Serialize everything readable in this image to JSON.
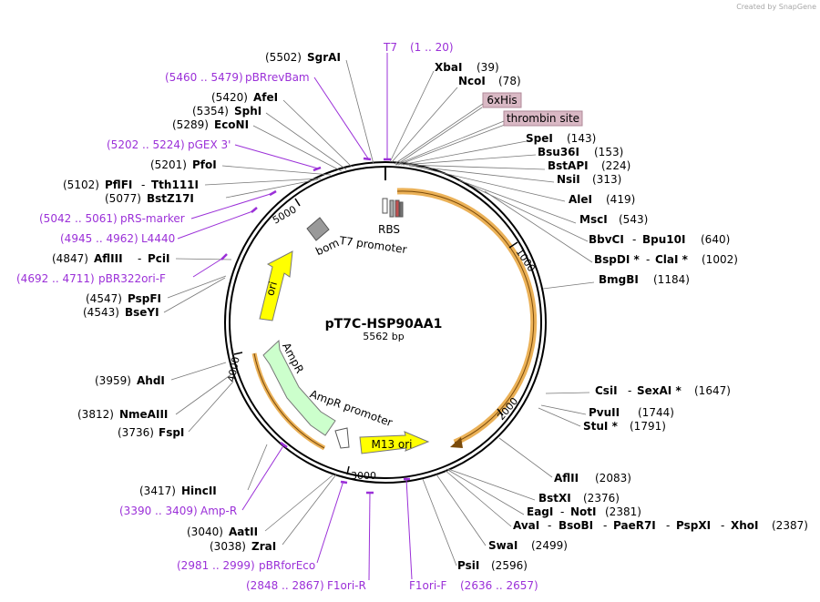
{
  "credit": "Created by SnapGene",
  "plasmid": {
    "name": "pT7C-HSP90AA1",
    "length_label": "5562 bp"
  },
  "colors": {
    "primer": "#9b30d8",
    "orf": "#e8a33a",
    "feature_yellow": "#ffff00",
    "feature_green": "#ccffcc",
    "boxed_feature": "#d9b8c4"
  },
  "tick_labels": [
    "1000",
    "2000",
    "3000",
    "4000",
    "5000"
  ],
  "feature_labels": [
    "T7 promoter",
    "RBS",
    "bom",
    "ori",
    "AmpR",
    "AmpR promoter",
    "M13 ori"
  ],
  "boxed_labels": [
    "6xHis",
    "thrombin site"
  ],
  "right_sites": [
    {
      "name": "XbaI",
      "pos": "(39)"
    },
    {
      "name": "NcoI",
      "pos": "(78)"
    },
    {
      "name": "SpeI",
      "pos": "(143)"
    },
    {
      "name": "Bsu36I",
      "pos": "(153)"
    },
    {
      "name": "BstAPI",
      "pos": "(224)"
    },
    {
      "name": "NsiI",
      "pos": "(313)"
    },
    {
      "name": "AleI",
      "pos": "(419)"
    },
    {
      "name": "MscI",
      "pos": "(543)"
    },
    {
      "name": "BbvCI",
      "name2": "Bpu10I",
      "pos": "(640)"
    },
    {
      "name": "BspDI *",
      "name2": "ClaI *",
      "pos": "(1002)"
    },
    {
      "name": "BmgBI",
      "pos": "(1184)"
    },
    {
      "name": "CsiI",
      "name2": "SexAI *",
      "pos": "(1647)"
    },
    {
      "name": "PvuII",
      "pos": "(1744)"
    },
    {
      "name": "StuI *",
      "pos": "(1791)"
    },
    {
      "name": "AflII",
      "pos": "(2083)"
    },
    {
      "name": "BstXI",
      "pos": "(2376)"
    },
    {
      "name": "EagI",
      "name2": "NotI",
      "pos": "(2381)"
    },
    {
      "name": "AvaI",
      "name2": "BsoBI",
      "name3": "PaeR7I",
      "name4": "PspXI",
      "name5": "XhoI",
      "pos": "(2387)"
    },
    {
      "name": "SwaI",
      "pos": "(2499)"
    },
    {
      "name": "PsiI",
      "pos": "(2596)"
    }
  ],
  "left_sites": [
    {
      "name": "SgrAI",
      "pos": "(5502)"
    },
    {
      "name": "AfeI",
      "pos": "(5420)"
    },
    {
      "name": "SphI",
      "pos": "(5354)"
    },
    {
      "name": "EcoNI",
      "pos": "(5289)"
    },
    {
      "name": "PfoI",
      "pos": "(5201)"
    },
    {
      "name": "PflFI",
      "name2": "Tth111I",
      "pos": "(5102)"
    },
    {
      "name": "BstZ17I",
      "pos": "(5077)"
    },
    {
      "name": "AflIII",
      "name2": "PciI",
      "pos": "(4847)"
    },
    {
      "name": "PspFI",
      "pos": "(4547)"
    },
    {
      "name": "BseYI",
      "pos": "(4543)"
    },
    {
      "name": "AhdI",
      "pos": "(3959)"
    },
    {
      "name": "NmeAIII",
      "pos": "(3812)"
    },
    {
      "name": "FspI",
      "pos": "(3736)"
    },
    {
      "name": "HincII",
      "pos": "(3417)"
    },
    {
      "name": "AatII",
      "pos": "(3040)"
    },
    {
      "name": "ZraI",
      "pos": "(3038)"
    }
  ],
  "primers": [
    {
      "name": "T7",
      "range": "(1 .. 20)"
    },
    {
      "name": "pBRrevBam",
      "range": "(5460 .. 5479)"
    },
    {
      "name": "pGEX 3'",
      "range": "(5202 .. 5224)"
    },
    {
      "name": "pRS-marker",
      "range": "(5042 .. 5061)"
    },
    {
      "name": "L4440",
      "range": "(4945 .. 4962)"
    },
    {
      "name": "pBR322ori-F",
      "range": "(4692 .. 4711)"
    },
    {
      "name": "Amp-R",
      "range": "(3390 .. 3409)"
    },
    {
      "name": "pBRforEco",
      "range": "(2981 .. 2999)"
    },
    {
      "name": "F1ori-R",
      "range": "(2848 .. 2867)"
    },
    {
      "name": "F1ori-F",
      "range": "(2636 .. 2657)"
    }
  ]
}
